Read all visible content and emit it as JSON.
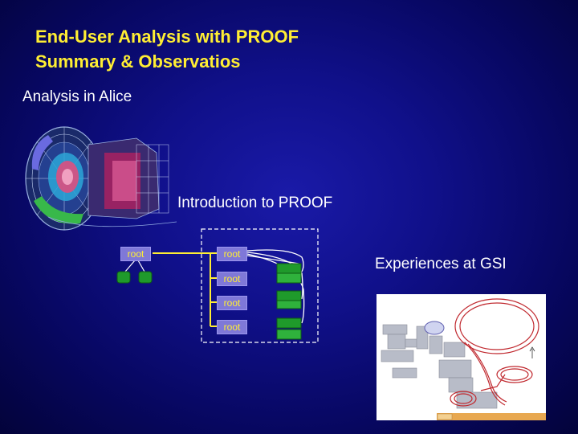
{
  "slide": {
    "title_line1": "End-User Analysis with PROOF",
    "title_line2": "Summary & Observatios",
    "label_alice": "Analysis in Alice",
    "label_intro": "Introduction to PROOF",
    "label_gsi": "Experiences at GSI"
  },
  "proof_diagram": {
    "client_label": "root",
    "worker_labels": [
      "root",
      "root",
      "root",
      "root"
    ]
  },
  "colors": {
    "title": "#ffee33",
    "text": "#ffffff",
    "node_fill": "#7f78d8",
    "disk_green": "#1f9a2b",
    "map_red": "#c0282e"
  }
}
